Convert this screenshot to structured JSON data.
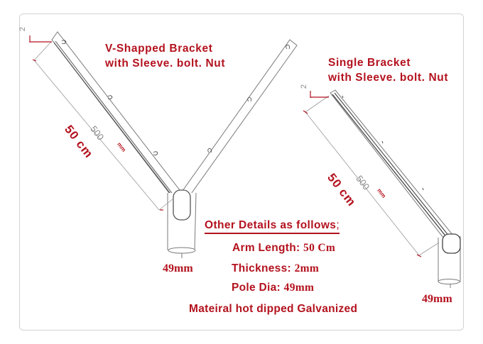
{
  "diagram": {
    "colors": {
      "label_red": "#b3121e",
      "line_gray": "#7a7a7a",
      "frame_border": "#d2d2d2"
    },
    "v_bracket": {
      "title_line1": "V-Shapped Bracket",
      "title_line2": "with Sleeve. bolt. Nut",
      "thickness_mark": "2",
      "length_mm": "500",
      "length_mm_unit": "mm",
      "length_cm": "50 cm",
      "pole_dia": "49mm"
    },
    "single_bracket": {
      "title_line1": "Single Bracket",
      "title_line2": "with Sleeve. bolt. Nut",
      "thickness_mark": "2",
      "length_mm": "500",
      "length_mm_unit": "mm",
      "length_cm": "50 cm",
      "pole_dia": "49mm"
    },
    "details": {
      "heading": "Other Details as follows",
      "heading_suffix": ";",
      "arm_length_label": "Arm Length:",
      "arm_length_value": "50 Cm",
      "thickness_label": "Thickness:",
      "thickness_value": "2mm",
      "pole_dia_label": "Pole Dia:",
      "pole_dia_value": "49mm",
      "material": "Mateiral hot dipped Galvanized"
    }
  }
}
